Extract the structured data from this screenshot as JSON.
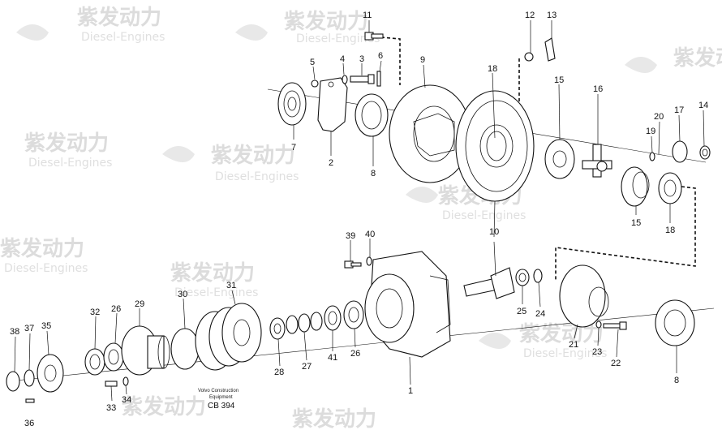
{
  "watermark": {
    "brand": "紫发动力",
    "sub": "Diesel-Engines"
  },
  "caption": {
    "line1": "Volvo Construction",
    "line2": "Equipment",
    "code": "CB 394"
  },
  "callouts": [
    {
      "id": "c11",
      "label": "11"
    },
    {
      "id": "c12",
      "label": "12"
    },
    {
      "id": "c13",
      "label": "13"
    },
    {
      "id": "c9",
      "label": "9"
    },
    {
      "id": "c5",
      "label": "5"
    },
    {
      "id": "c4",
      "label": "4"
    },
    {
      "id": "c3",
      "label": "3"
    },
    {
      "id": "c6",
      "label": "6"
    },
    {
      "id": "c18a",
      "label": "18"
    },
    {
      "id": "c15a",
      "label": "15"
    },
    {
      "id": "c16",
      "label": "16"
    },
    {
      "id": "c20",
      "label": "20"
    },
    {
      "id": "c17",
      "label": "17"
    },
    {
      "id": "c14",
      "label": "14"
    },
    {
      "id": "c19",
      "label": "19"
    },
    {
      "id": "c7",
      "label": "7"
    },
    {
      "id": "c2",
      "label": "2"
    },
    {
      "id": "c8a",
      "label": "8"
    },
    {
      "id": "c15b",
      "label": "15"
    },
    {
      "id": "c18b",
      "label": "18"
    },
    {
      "id": "c39",
      "label": "39"
    },
    {
      "id": "c40",
      "label": "40"
    },
    {
      "id": "c10",
      "label": "10"
    },
    {
      "id": "c31",
      "label": "31"
    },
    {
      "id": "c30",
      "label": "30"
    },
    {
      "id": "c29",
      "label": "29"
    },
    {
      "id": "c26a",
      "label": "26"
    },
    {
      "id": "c32",
      "label": "32"
    },
    {
      "id": "c38",
      "label": "38"
    },
    {
      "id": "c37",
      "label": "37"
    },
    {
      "id": "c35",
      "label": "35"
    },
    {
      "id": "c25",
      "label": "25"
    },
    {
      "id": "c24",
      "label": "24"
    },
    {
      "id": "c21",
      "label": "21"
    },
    {
      "id": "c23",
      "label": "23"
    },
    {
      "id": "c22",
      "label": "22"
    },
    {
      "id": "c8b",
      "label": "8"
    },
    {
      "id": "c28",
      "label": "28"
    },
    {
      "id": "c27",
      "label": "27"
    },
    {
      "id": "c41",
      "label": "41"
    },
    {
      "id": "c26b",
      "label": "26"
    },
    {
      "id": "c1",
      "label": "1"
    },
    {
      "id": "c33",
      "label": "33"
    },
    {
      "id": "c34",
      "label": "34"
    },
    {
      "id": "c36",
      "label": "36"
    }
  ]
}
